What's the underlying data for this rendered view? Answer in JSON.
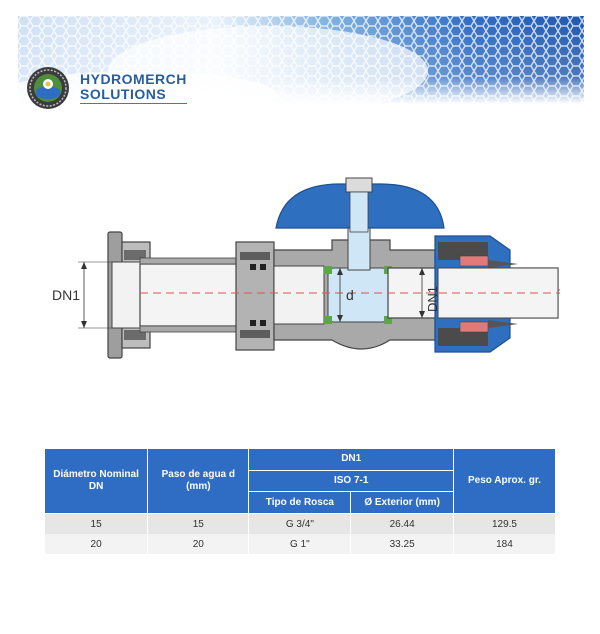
{
  "brand": {
    "line1": "HYDROMERCH",
    "line2": "SOLUTIONS"
  },
  "diagram": {
    "label_dn1_left": "DN1",
    "label_d": "d",
    "label_dn1_right": "DN1"
  },
  "table": {
    "headers": {
      "dn": "Diámetro Nominal DN",
      "paso": "Paso de agua d (mm)",
      "dn1": "DN1",
      "iso": "ISO 7-1",
      "rosca": "Tipo de Rosca",
      "exterior": "Ø Exterior (mm)",
      "peso": "Peso Aprox. gr."
    },
    "rows": [
      {
        "dn": "15",
        "paso": "15",
        "rosca": "G 3/4\"",
        "exterior": "26.44",
        "peso": "129.5"
      },
      {
        "dn": "20",
        "paso": "20",
        "rosca": "G 1\"",
        "exterior": "33.25",
        "peso": "184"
      }
    ]
  },
  "colors": {
    "accent": "#2f6cc4",
    "brand": "#2a5d9c",
    "handle": "#2e6fc0",
    "body_grey": "#a9a9a9",
    "seal_green": "#59a845",
    "seal_red": "#e07a7a"
  }
}
